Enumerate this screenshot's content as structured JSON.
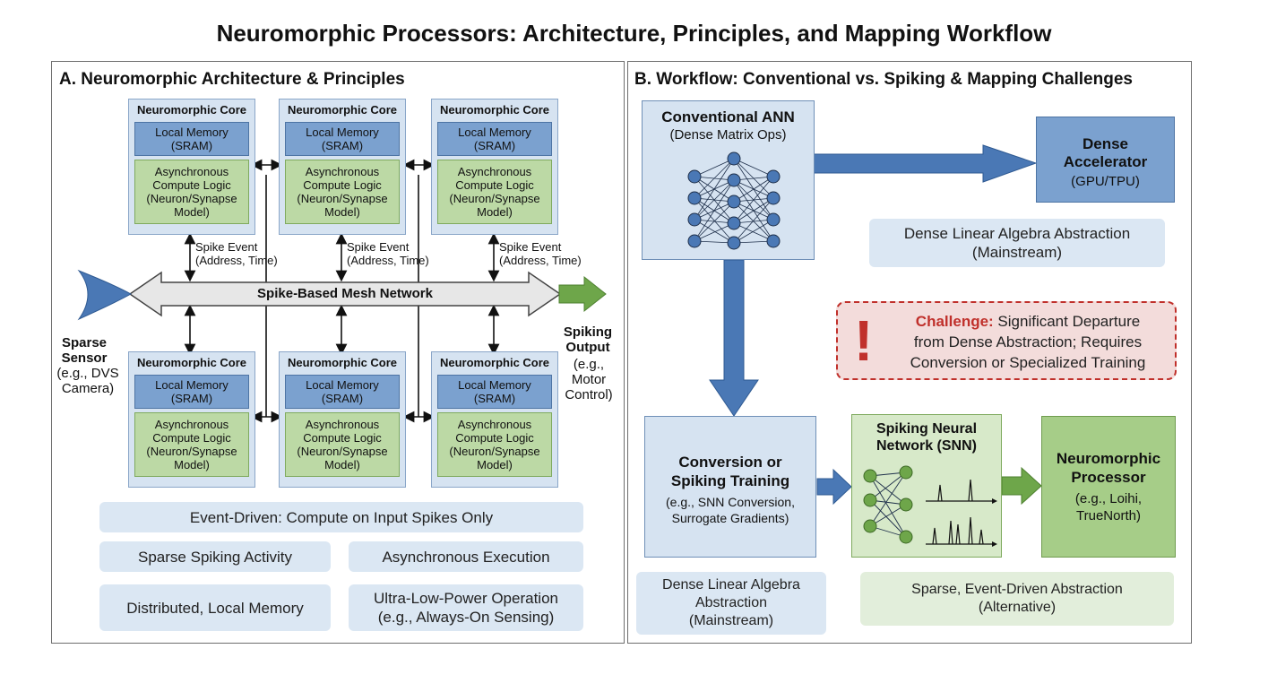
{
  "title": "Neuromorphic Processors: Architecture, Principles, and Mapping Workflow",
  "panel_a": {
    "title": "A. Neuromorphic Architecture & Principles",
    "core": {
      "title": "Neuromorphic Core",
      "memory": "Local Memory\n(SRAM)",
      "logic": "Asynchronous\nCompute Logic\n(Neuron/Synapse\nModel)"
    },
    "spike_event": "Spike Event\n(Address, Time)",
    "mesh": "Spike-Based Mesh Network",
    "sensor_title": "Sparse\nSensor",
    "sensor_sub": "(e.g., DVS\nCamera)",
    "output_title": "Spiking\nOutput",
    "output_sub": "(e.g.,\nMotor\nControl)",
    "principles": {
      "event_driven": "Event-Driven: Compute on Input Spikes Only",
      "sparse": "Sparse Spiking Activity",
      "async": "Asynchronous Execution",
      "distributed": "Distributed, Local Memory",
      "low_power": "Ultra-Low-Power Operation\n(e.g., Always-On Sensing)"
    }
  },
  "panel_b": {
    "title": "B. Workflow: Conventional vs. Spiking & Mapping Challenges",
    "ann_title": "Conventional ANN",
    "ann_sub": "(Dense Matrix Ops)",
    "accel_title": "Dense\nAccelerator",
    "accel_sub": "(GPU/TPU)",
    "dense_abs_top": "Dense Linear Algebra Abstraction\n(Mainstream)",
    "challenge_bold": "Challenge:",
    "challenge_text": " Significant Departure\nfrom Dense Abstraction; Requires\nConversion or Specialized Training",
    "challenge_icon": "!",
    "conv_title": "Conversion or\nSpiking Training",
    "conv_sub": "(e.g., SNN Conversion,\nSurrogate Gradients)",
    "snn_title": "Spiking Neural\nNetwork (SNN)",
    "neuro_title": "Neuromorphic\nProcessor",
    "neuro_sub": "(e.g., Loihi,\nTrueNorth)",
    "dense_abs_bottom": "Dense Linear Algebra\nAbstraction\n(Mainstream)",
    "sparse_abs": "Sparse, Event-Driven Abstraction\n(Alternative)"
  },
  "colors": {
    "core_bg": "#d6e3f1",
    "memory": "#7ba1cf",
    "logic": "#bcd9a5",
    "arrow_blue": "#4a78b5",
    "arrow_green": "#6ea64a",
    "challenge_red": "#c0302b"
  }
}
